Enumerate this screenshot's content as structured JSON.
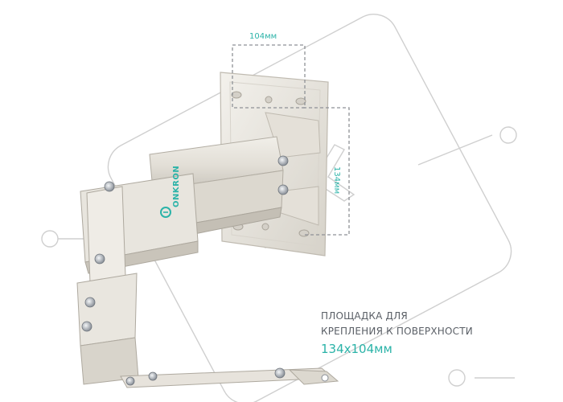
{
  "dimensions": {
    "width_label": "104мм",
    "height_label": "134мм"
  },
  "caption": {
    "line1": "ПЛОЩАДКА ДЛЯ",
    "line2": "КРЕПЛЕНИЯ К ПОВЕРХНОСТИ",
    "size": "134x104мм"
  },
  "brand": {
    "name": "ONKRON"
  },
  "colors": {
    "accent": "#2bb3a8",
    "caption_text": "#5a5f66",
    "metal": "#ece9e2"
  }
}
